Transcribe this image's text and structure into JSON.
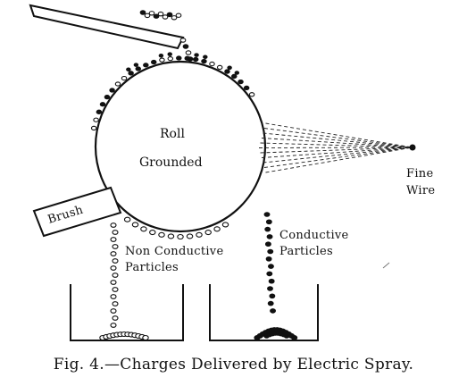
{
  "labels": {
    "roll": "Roll",
    "grounded": "Grounded",
    "brush": "Brush",
    "fine_wire_line1": "Fine",
    "fine_wire_line2": "Wire",
    "conductive_line1": "Conductive",
    "conductive_line2": "Particles",
    "nonconductive_line1": "Non Conductive",
    "nonconductive_line2": "Particles"
  },
  "caption": "Fig. 4.—Charges Delivered by Electric Spray."
}
